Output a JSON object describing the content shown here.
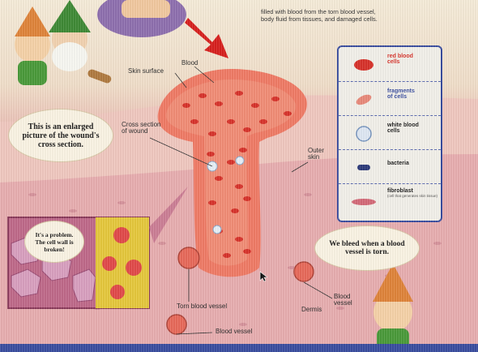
{
  "top_text": [
    "filled with blood from the torn blood vessel,",
    "body fluid from tissues, and damaged cells."
  ],
  "labels": {
    "blood": "Blood",
    "skin_surface": "Skin surface",
    "cross_section": "Cross section\nof wound",
    "outer_skin": "Outer\nskin",
    "torn_vessel": "Torn blood vessel",
    "blood_vessel": "Blood vessel",
    "dermis": "Dermis",
    "blood_vessel_right": "Blood\nvessel"
  },
  "bubbles": {
    "enlarged": "This is an enlarged picture of the wound's cross section.",
    "problem": "It's a problem. The cell wall is broken!",
    "bleed": "We bleed when a blood vessel is torn."
  },
  "legend": [
    {
      "label": "red blood\ncells",
      "icon": "red-blood-cell-icon",
      "color": "#d8322a"
    },
    {
      "label": "fragments\nof cells",
      "icon": "cell-fragment-icon",
      "color": "#e98a7a"
    },
    {
      "label": "white blood\ncells",
      "icon": "white-blood-cell-icon",
      "color": "#9eb7d6"
    },
    {
      "label": "bacteria",
      "icon": "bacteria-icon",
      "color": "#2e3b7a"
    },
    {
      "label": "fibroblast",
      "sub": "(cell that generates skin tissue)",
      "icon": "fibroblast-icon",
      "color": "#d46a78"
    }
  ],
  "colors": {
    "skin": "#e9b4b2",
    "blood": "#d8322a",
    "legend_border": "#3a4ea0"
  }
}
